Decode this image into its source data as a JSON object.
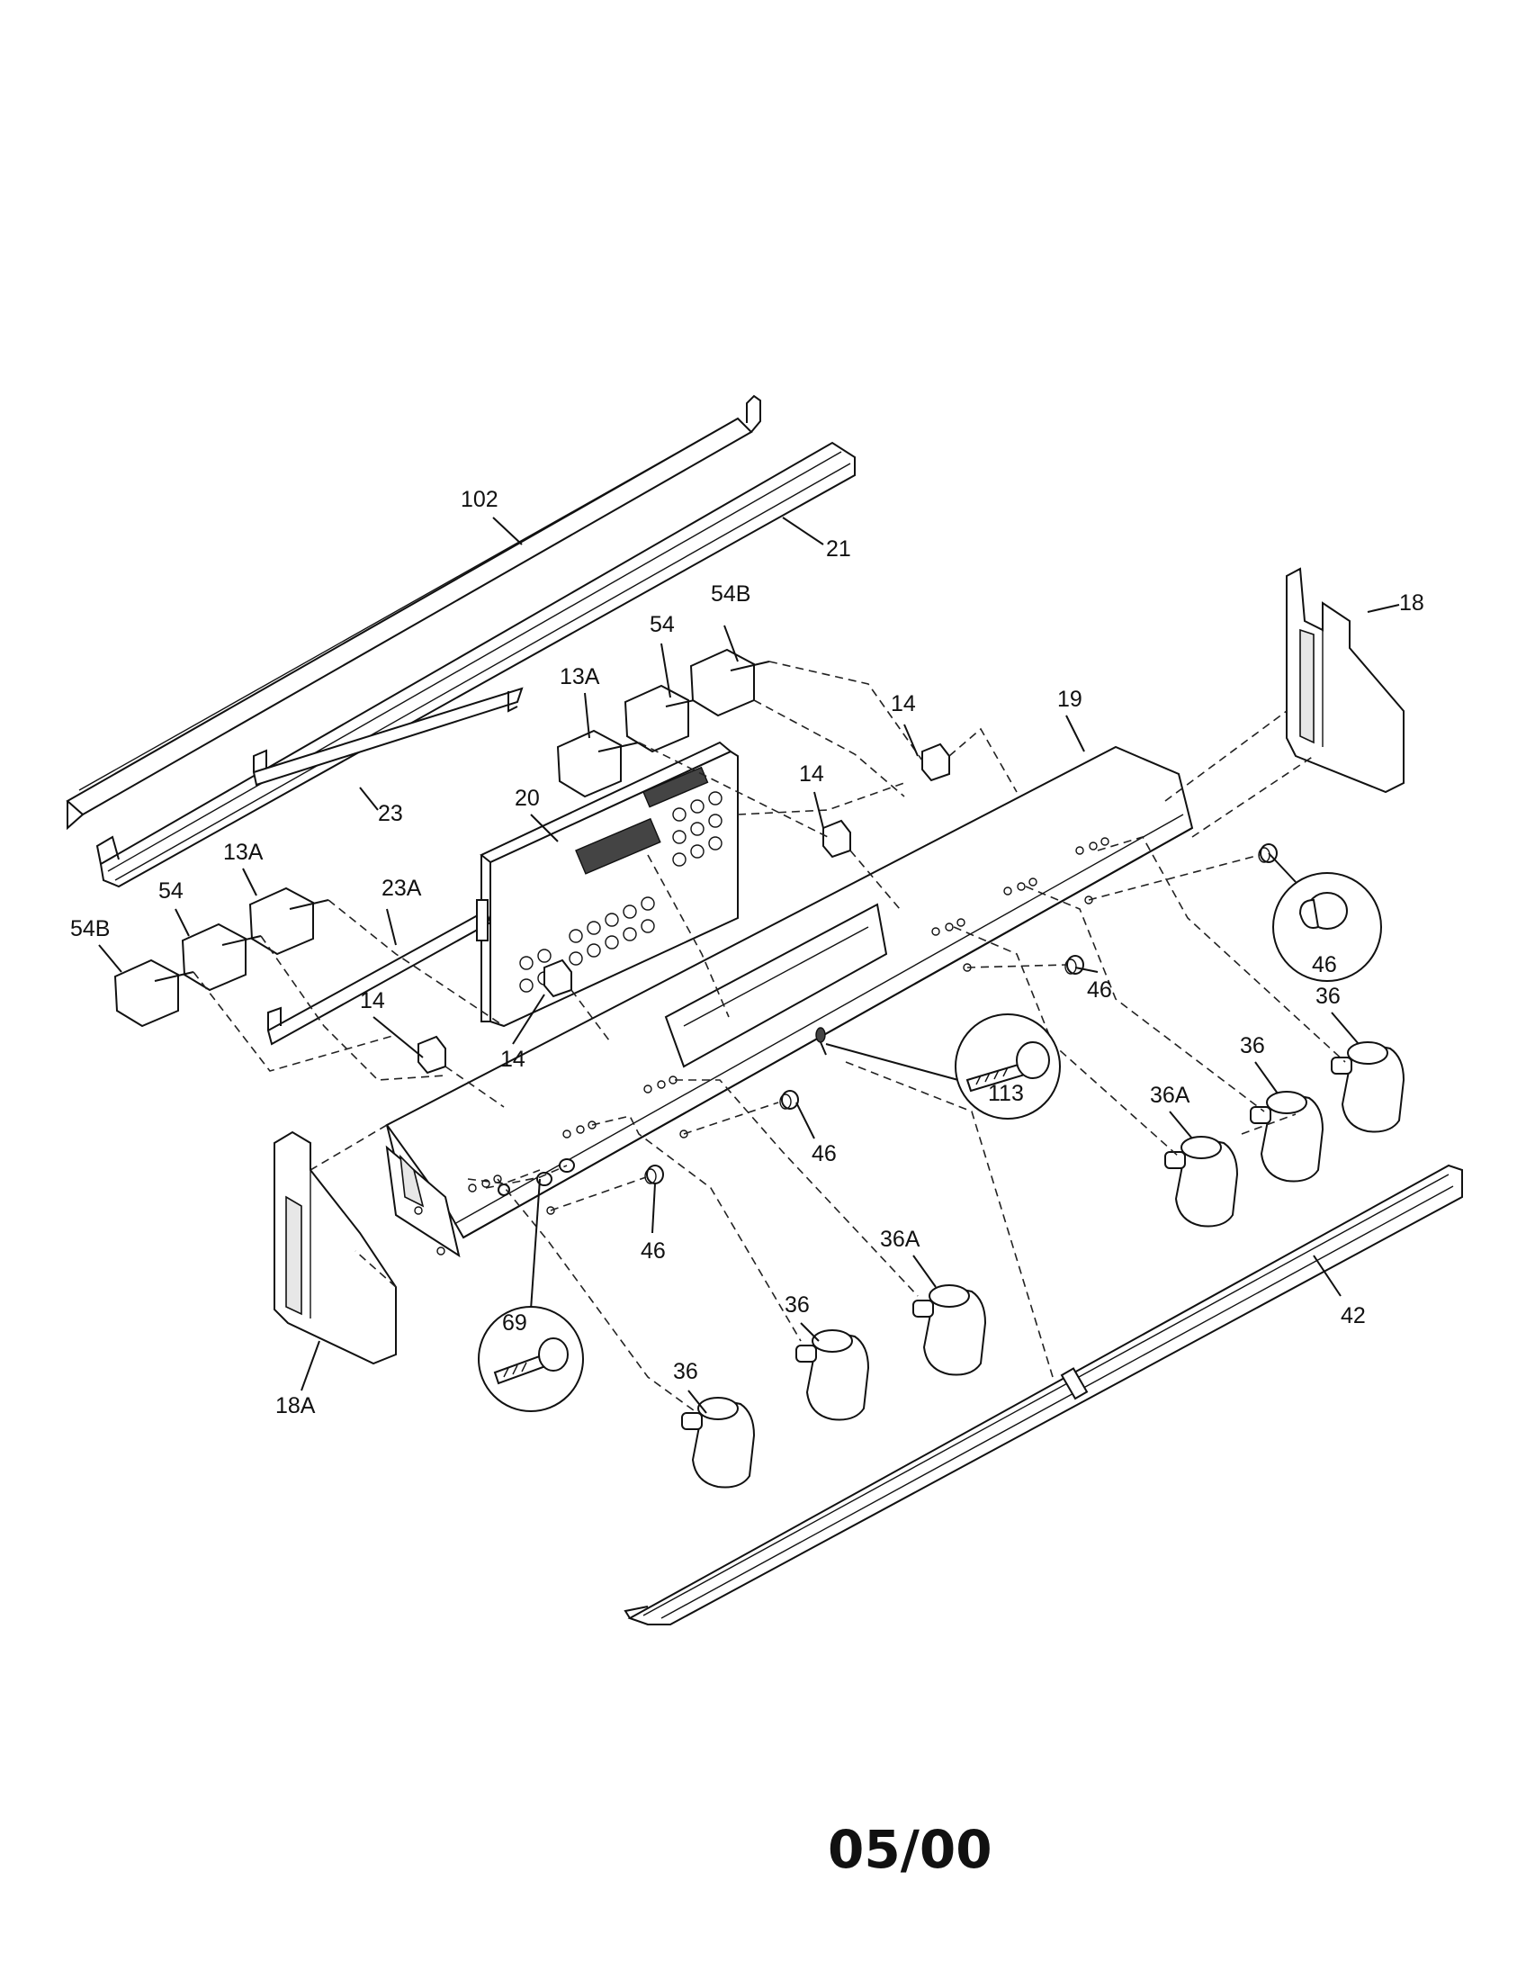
{
  "diagram": {
    "labels": {
      "l102": "102",
      "l21": "21",
      "l18": "18",
      "l19": "19",
      "l54B_top": "54B",
      "l54_top": "54",
      "l13A_top": "13A",
      "l14_a": "14",
      "l14_b": "14",
      "l23": "23",
      "l20": "20",
      "l13A_left": "13A",
      "l54_left": "54",
      "l23A": "23A",
      "l54B_left": "54B",
      "l14_c": "14",
      "l14_d": "14",
      "l46_circle": "46",
      "l46_a": "46",
      "l36_a": "36",
      "l36_b": "36",
      "l36A_a": "36A",
      "l113": "113",
      "l46_b": "46",
      "l46_c": "46",
      "l36A_b": "36A",
      "l36_c": "36",
      "l36_d": "36",
      "l42": "42",
      "l69": "69",
      "l18A": "18A"
    },
    "footer_date": "05/00"
  }
}
